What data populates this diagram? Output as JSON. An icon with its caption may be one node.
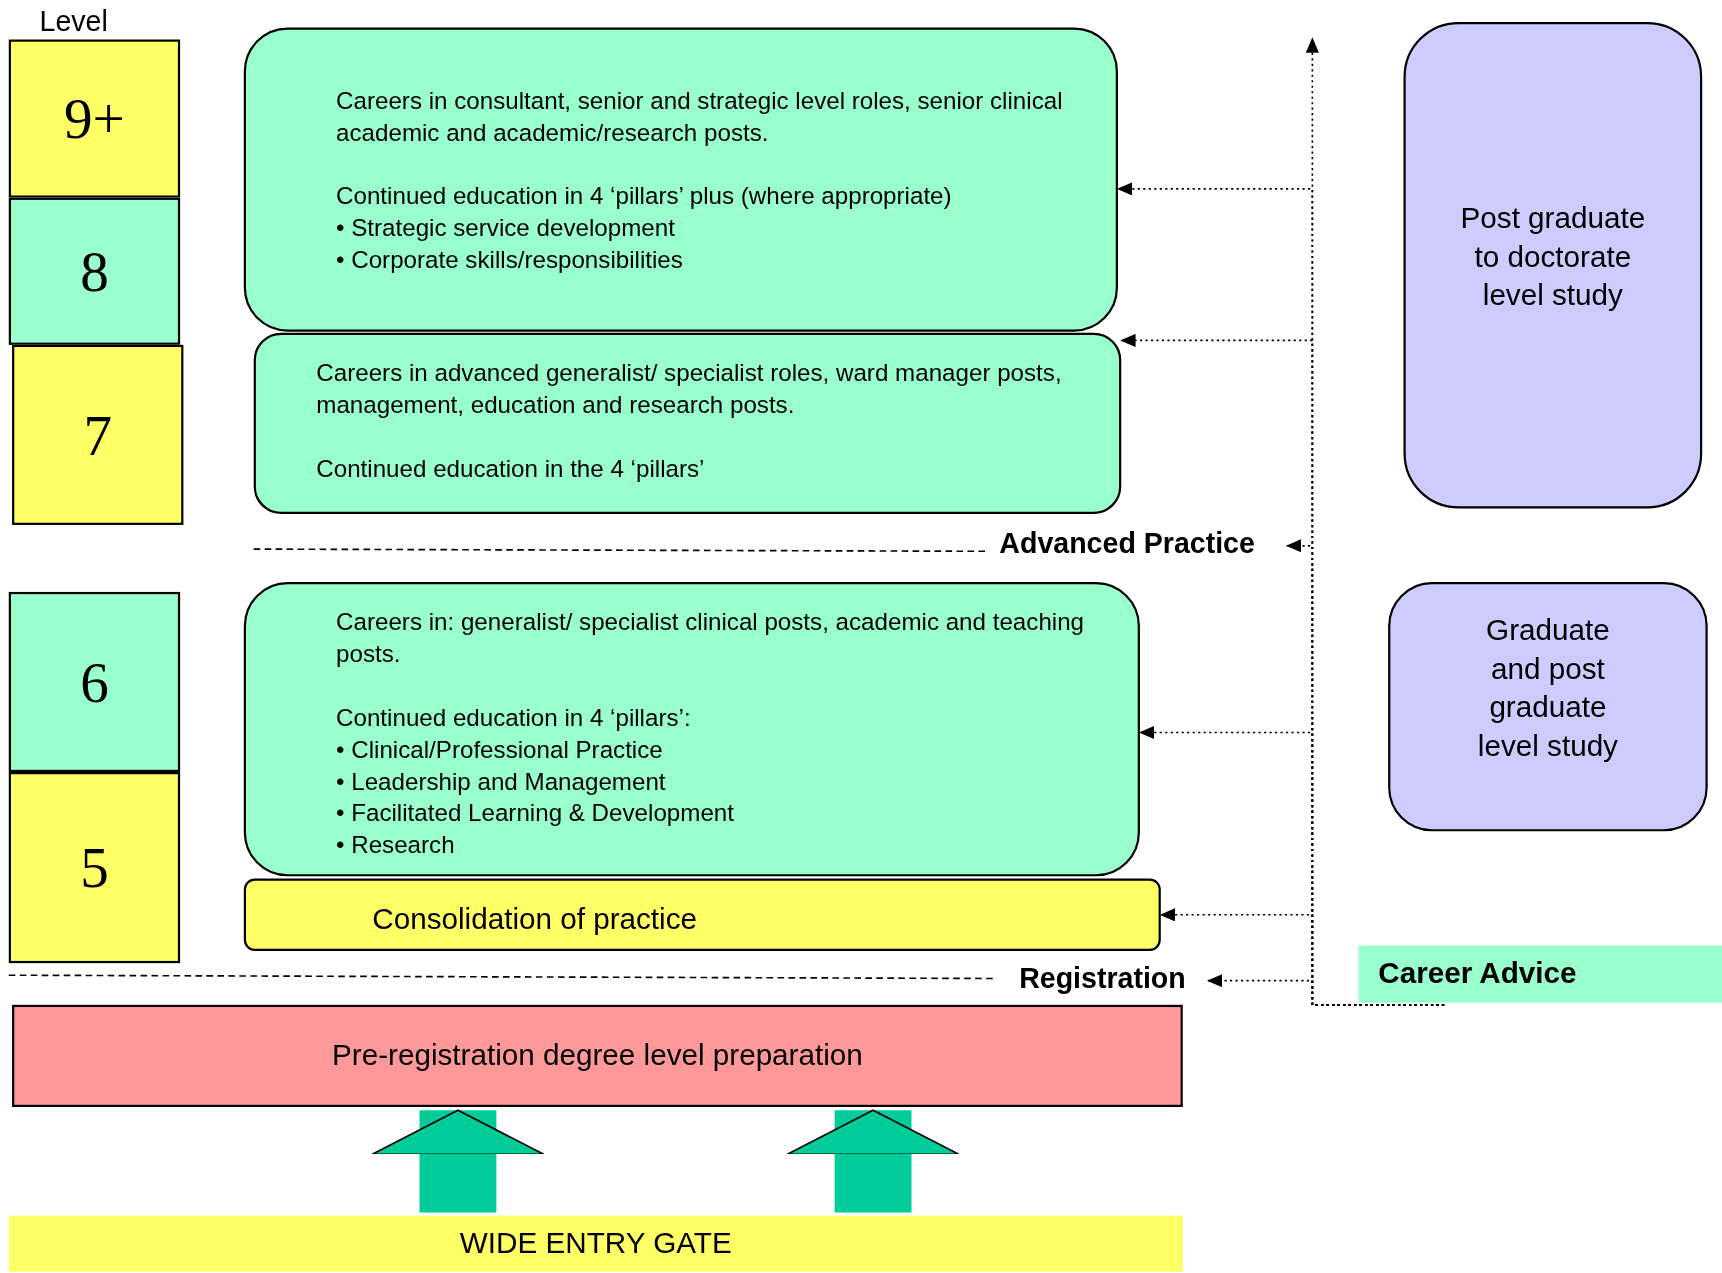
{
  "diagram": {
    "nodes": [
      {
        "text": [
          "9+"
        ]
      },
      {
        "text": [
          "8"
        ]
      },
      {
        "text": [
          "7"
        ]
      },
      {
        "text": [
          "6"
        ]
      },
      {
        "text": [
          "5"
        ]
      },
      {
        "text": [
          "Careers in consultant, senior and strategic level roles, senior clinical academic and academic/research posts.",
          "Continued education in 4 ‘pillars’ plus (where appropriate)",
          "• Strategic service development",
          "• Corporate skills/responsibilities"
        ]
      },
      {
        "text": [
          "Careers in advanced generalist/ specialist  roles, ward manager posts, management, education and research posts.",
          "Continued education in the 4 ‘pillars’"
        ]
      },
      {
        "text": [
          "Advanced Practice"
        ]
      },
      {
        "text": [
          "Careers in: generalist/ specialist clinical posts, academic and teaching posts.",
          "Continued education in 4 ‘pillars’:",
          "• Clinical/Professional Practice",
          "• Leadership and Management",
          "• Facilitated Learning & Development",
          "• Research"
        ]
      },
      {
        "text": [
          "Consolidation of practice"
        ]
      },
      {
        "text": [
          "Registration"
        ]
      },
      {
        "text": [
          "Pre-registration degree level preparation"
        ]
      },
      {
        "text": [
          "WIDE ENTRY GATE"
        ]
      },
      {
        "text": [
          "Post graduate to doctorate level study"
        ]
      },
      {
        "text": [
          "Graduate and post graduate level study"
        ]
      },
      {
        "text": [
          "Career Advice"
        ]
      }
    ],
    "edges": [
      {
        "from": 15,
        "to": null,
        "arrow": "to",
        "style": "dashed"
      },
      {
        "from": 15,
        "to": 5,
        "arrow": "to",
        "style": "dashed"
      },
      {
        "from": 15,
        "to": 6,
        "arrow": "to",
        "style": "dashed"
      },
      {
        "from": 15,
        "to": 7,
        "arrow": "to",
        "style": "dashed"
      },
      {
        "from": 15,
        "to": 8,
        "arrow": "to",
        "style": "dashed"
      },
      {
        "from": 15,
        "to": 9,
        "arrow": "to",
        "style": "dashed"
      },
      {
        "from": 15,
        "to": 10,
        "arrow": "to",
        "style": "dashed"
      },
      {
        "from": 12,
        "to": 11,
        "arrow": "to",
        "style": "thick",
        "color": "#00cc99"
      },
      {
        "from": 12,
        "to": 11,
        "arrow": "to",
        "style": "thick",
        "color": "#00cc99"
      }
    ],
    "labels": [
      "Level"
    ]
  }
}
